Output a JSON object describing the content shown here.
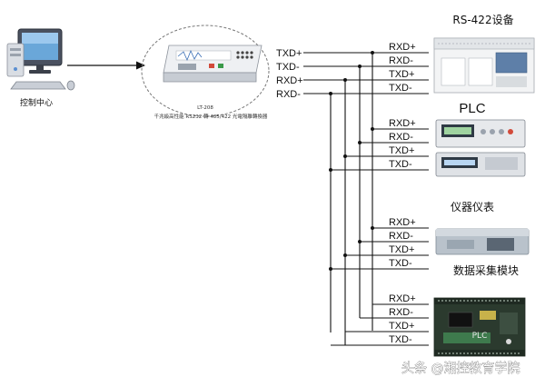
{
  "diagram": {
    "control_center": {
      "label": "控制中心"
    },
    "converter": {
      "model": "LT-208",
      "caption": "千兆級高性能 RS232 轉 485/422 光電隔離轉換器"
    },
    "source_pins": [
      "TXD+",
      "TXD-",
      "RXD+",
      "RXD-"
    ],
    "device_pins": [
      "RXD+",
      "RXD-",
      "TXD+",
      "TXD-"
    ],
    "devices": [
      {
        "title": "RS-422设备"
      },
      {
        "title": "PLC"
      },
      {
        "title": "仪器仪表"
      },
      {
        "title": "数据采集模块"
      },
      {
        "title": "PLC"
      }
    ]
  },
  "watermark": {
    "text": "头条 @湘控教育学院"
  }
}
